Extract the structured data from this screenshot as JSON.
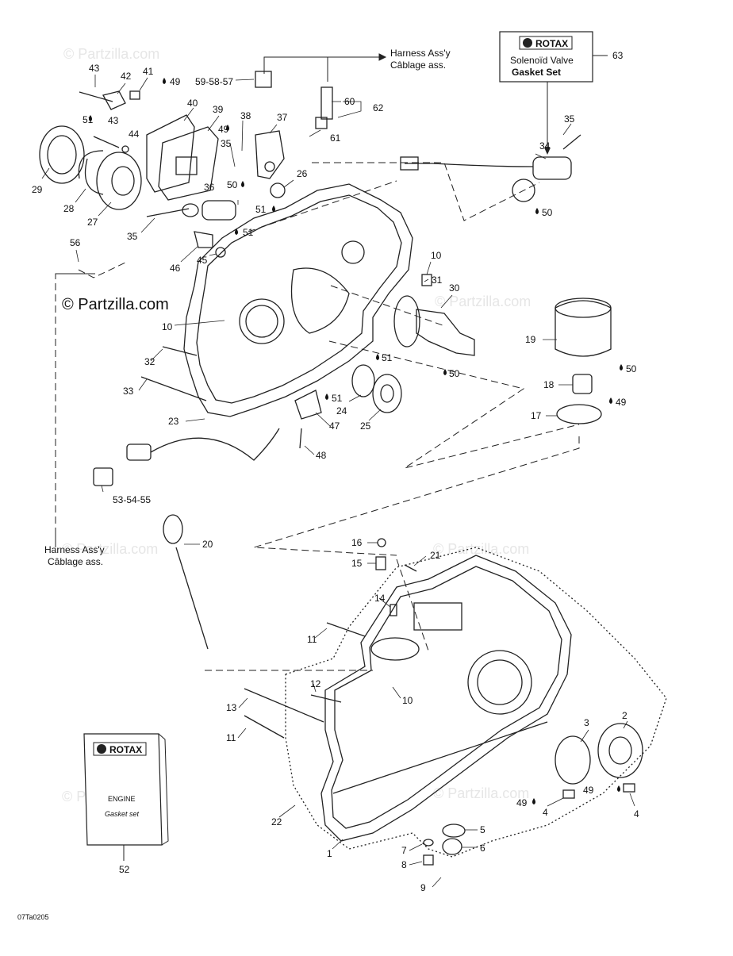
{
  "watermarks": [
    "© Partzilla.com",
    "© Partzilla.com",
    "© Partzilla.com",
    "© Partzilla.com",
    "© Partzilla.com",
    "© Partzilla.com"
  ],
  "watermark_main": "© Partzilla.com",
  "harness_top": [
    "Harness Ass'y",
    "Câblage ass."
  ],
  "harness_left": [
    "Harness Ass'y",
    "Câblage ass."
  ],
  "kit_top": {
    "brand": "ROTAX",
    "line1": "Solenoïd Valve",
    "line2": "Gasket Set",
    "ref": "63"
  },
  "kit_bottom": {
    "brand": "ROTAX",
    "line1": "ENGINE",
    "line2": "Gasket set",
    "ref": "52"
  },
  "diagram_code": "07Ta0205",
  "callouts": [
    "43",
    "42",
    "41",
    "49",
    "59-58-57",
    "60",
    "62",
    "61",
    "63",
    "51",
    "43",
    "44",
    "40",
    "39",
    "49",
    "38",
    "35",
    "37",
    "26",
    "29",
    "28",
    "27",
    "36",
    "50",
    "51",
    "35",
    "46",
    "45",
    "51",
    "56",
    "10",
    "31",
    "30",
    "10",
    "35",
    "34",
    "50",
    "19",
    "50",
    "32",
    "51",
    "24",
    "25",
    "51",
    "50",
    "18",
    "49",
    "17",
    "33",
    "23",
    "47",
    "48",
    "53-54-55",
    "20",
    "16",
    "15",
    "21",
    "14",
    "11",
    "12",
    "10",
    "13",
    "11",
    "3",
    "2",
    "22",
    "49",
    "4",
    "49",
    "4",
    "1",
    "5",
    "6",
    "7",
    "8",
    "9",
    "52"
  ]
}
